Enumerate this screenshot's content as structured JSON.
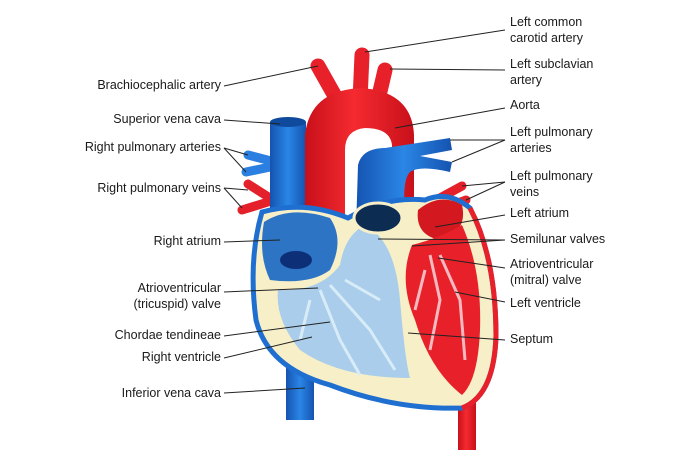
{
  "left_labels": {
    "brachiocephalic": "Brachiocephalic artery",
    "svc": "Superior vena cava",
    "rpa": "Right pulmonary arteries",
    "rpv": "Right pulmonary veins",
    "ra": "Right atrium",
    "tricuspid_1": "Atrioventricular",
    "tricuspid_2": "(tricuspid) valve",
    "chordae": "Chordae tendineae",
    "rv": "Right ventricle",
    "ivc": "Inferior vena cava"
  },
  "right_labels": {
    "lcca_1": "Left common",
    "lcca_2": "carotid artery",
    "lsa_1": "Left subclavian",
    "lsa_2": "artery",
    "aorta": "Aorta",
    "lpa_1": "Left pulmonary",
    "lpa_2": "arteries",
    "lpv_1": "Left pulmonary",
    "lpv_2": "veins",
    "la": "Left atrium",
    "semilunar": "Semilunar valves",
    "mitral_1": "Atrioventricular",
    "mitral_2": "(mitral) valve",
    "lv": "Left ventricle",
    "septum": "Septum"
  },
  "colors": {
    "red": "#e8202a",
    "blue": "#1f6fd1",
    "light_blue": "#a9cdea",
    "cream": "#f7efc8",
    "dark_red": "#b5121b"
  }
}
